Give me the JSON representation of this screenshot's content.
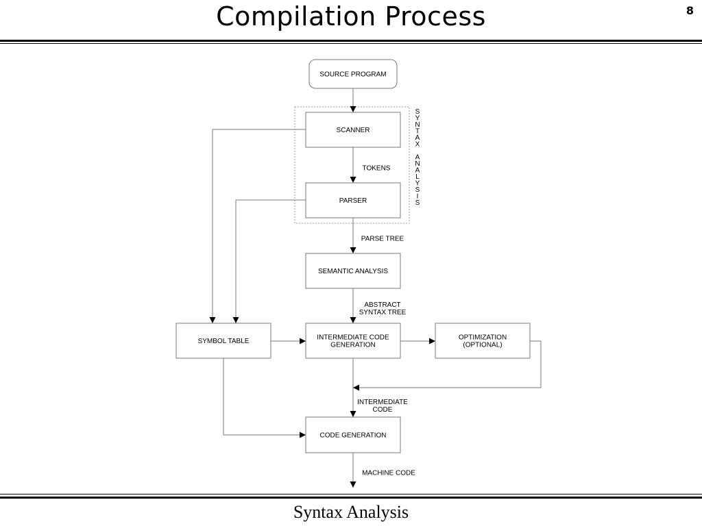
{
  "slide": {
    "title": "Compilation Process",
    "page_number": "8",
    "footer": "Syntax Analysis"
  },
  "diagram": {
    "nodes": {
      "source_program": [
        "SOURCE PROGRAM"
      ],
      "scanner": [
        "SCANNER"
      ],
      "parser": [
        "PARSER"
      ],
      "semantic_analysis": [
        "SEMANTIC ANALYSIS"
      ],
      "symbol_table": [
        "SYMBOL TABLE"
      ],
      "intermediate_code_generation": [
        "INTERMEDIATE CODE",
        "GENERATION"
      ],
      "optimization": [
        "OPTIMIZATION",
        "(OPTIONAL)"
      ],
      "code_generation": [
        "CODE GENERATION"
      ]
    },
    "edge_labels": {
      "tokens": [
        "TOKENS"
      ],
      "parse_tree": [
        "PARSE TREE"
      ],
      "abstract_syntax_tree": [
        "ABSTRACT",
        "SYNTAX TREE"
      ],
      "intermediate_code": [
        "INTERMEDIATE",
        "CODE"
      ],
      "machine_code": [
        "MACHINE CODE"
      ]
    },
    "group_label": "SYNTAX ANALYSIS"
  }
}
